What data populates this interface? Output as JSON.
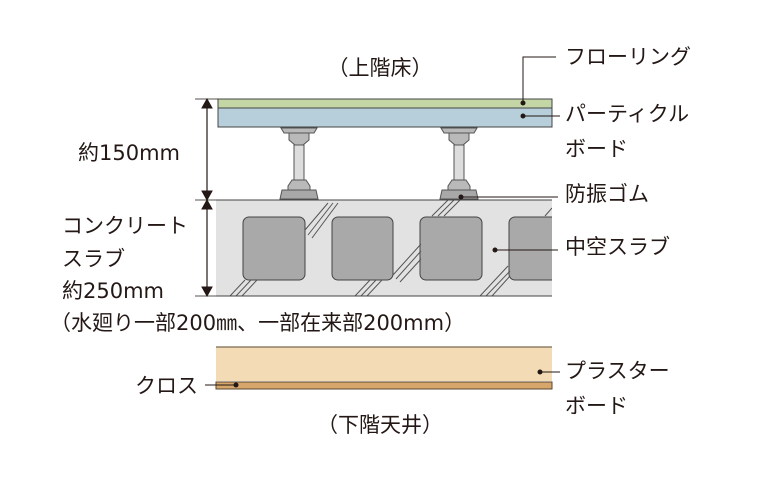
{
  "title_upper": "（上階床）",
  "title_lower": "（下階天井）",
  "labels": {
    "flooring": "フローリング",
    "particle_board_1": "パーティクル",
    "particle_board_2": "ボード",
    "rubber": "防振ゴム",
    "hollow_slab": "中空スラブ",
    "plaster_1": "プラスター",
    "plaster_2": "ボード",
    "cloth": "クロス",
    "height_150": "約150mm",
    "concrete_1": "コンクリート",
    "concrete_2": "スラブ",
    "height_250": "約250mm",
    "note": "（水廻り一部200㎜、一部在来部200mm）"
  },
  "colors": {
    "flooring": "#c5d6a6",
    "particle_board": "#b6cfda",
    "slab": "#e2e2e2",
    "void": "#a9a9a9",
    "plaster": "#f3dcb5",
    "cloth": "#d6a66b"
  }
}
